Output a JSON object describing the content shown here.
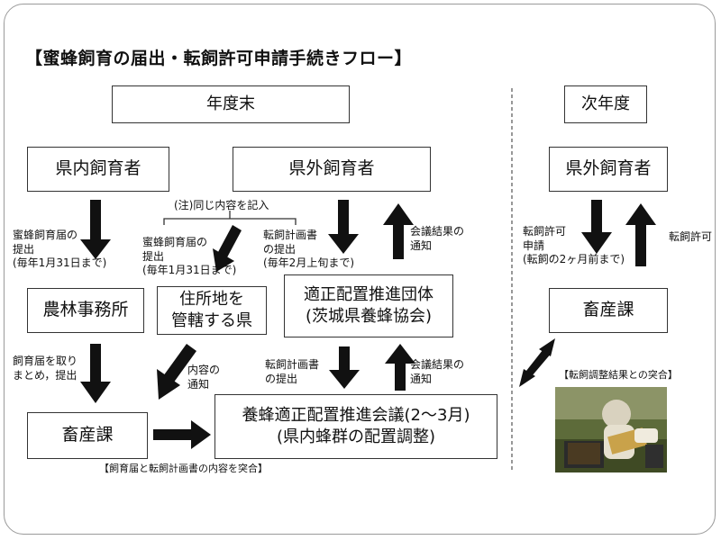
{
  "title": "【蜜蜂飼育の届出・転飼許可申請手続きフロー】",
  "headers": {
    "year_end": "年度末",
    "next_year": "次年度"
  },
  "boxes": {
    "in_pref_keeper": "県内飼育者",
    "out_pref_keeper": "県外飼育者",
    "out_pref_keeper_next": "県外飼育者",
    "agri_office": "農林事務所",
    "residence_pref": [
      "住所地を",
      "管轄する県"
    ],
    "promotion_group": [
      "適正配置推進団体",
      "(茨城県養蜂協会)"
    ],
    "livestock_dept": "畜産課",
    "livestock_dept_next": "畜産課",
    "council": [
      "養蜂適正配置推進会議(2～3月)",
      "(県内蜂群の配置調整)"
    ]
  },
  "labels": {
    "note_same_content": "(注)同じ内容を記入",
    "in_pref_submit": [
      "蜜蜂飼育届の",
      "提出",
      "(毎年1月31日まで)"
    ],
    "out_pref_submit_notice": [
      "蜜蜂飼育届の",
      "提出",
      "(毎年1月31日まで)"
    ],
    "out_pref_submit_plan": [
      "転飼計画書",
      "の提出",
      "(毎年2月上旬まで)"
    ],
    "meeting_result_notice_1": [
      "会議結果の",
      "通知"
    ],
    "agri_compile": [
      "飼育届を取り",
      "まとめ，提出"
    ],
    "content_notice": [
      "内容の",
      "通知"
    ],
    "plan_submit": [
      "転飼計画書",
      "の提出"
    ],
    "meeting_result_notice_2": [
      "会議結果の",
      "通知"
    ],
    "cross_check_bottom": "【飼育届と転飼計画書の内容を突合】",
    "permit_apply": [
      "転飼許可",
      "申請",
      "(転飼の2ヶ月前まで)"
    ],
    "permit": "転飼許可",
    "cross_check_next": "【転飼調整結果との突合】"
  },
  "photo": {
    "subject": "beekeeper-inspecting-frame"
  }
}
